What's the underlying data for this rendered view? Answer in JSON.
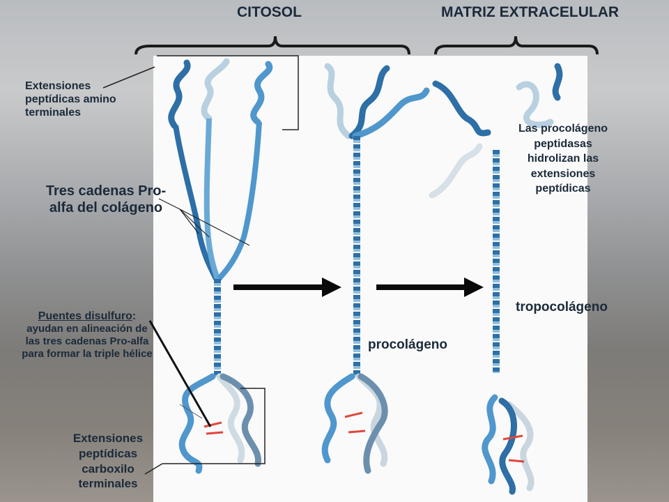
{
  "headers": {
    "cytosol": "CITOSOL",
    "matrix": "MATRIZ EXTRACELULAR"
  },
  "labels": {
    "amino_ext": "Extensiones peptídicas amino terminales",
    "three_chains": "Tres cadenas Pro-alfa del colágeno",
    "disulfide_title": "Puentes disulfuro",
    "disulfide_colon": ":",
    "disulfide_desc": "ayudan en alineación de las tres cadenas Pro-alfa para formar la triple hélice",
    "carboxyl_ext": "Extensiones peptídicas carboxilo terminales",
    "procollagen": "procolágeno",
    "peptidases": "Las procolágeno peptidasas hidrolizan las extensiones peptídicas",
    "tropocollagen": "tropocolágeno"
  },
  "colors": {
    "dark_blue": "#2d6fa6",
    "mid_blue": "#4f97cc",
    "light_blue": "#a9c7dc",
    "pale": "#d8e3ea",
    "disulfide": "#e0463c",
    "text": "#1b2a3a"
  }
}
